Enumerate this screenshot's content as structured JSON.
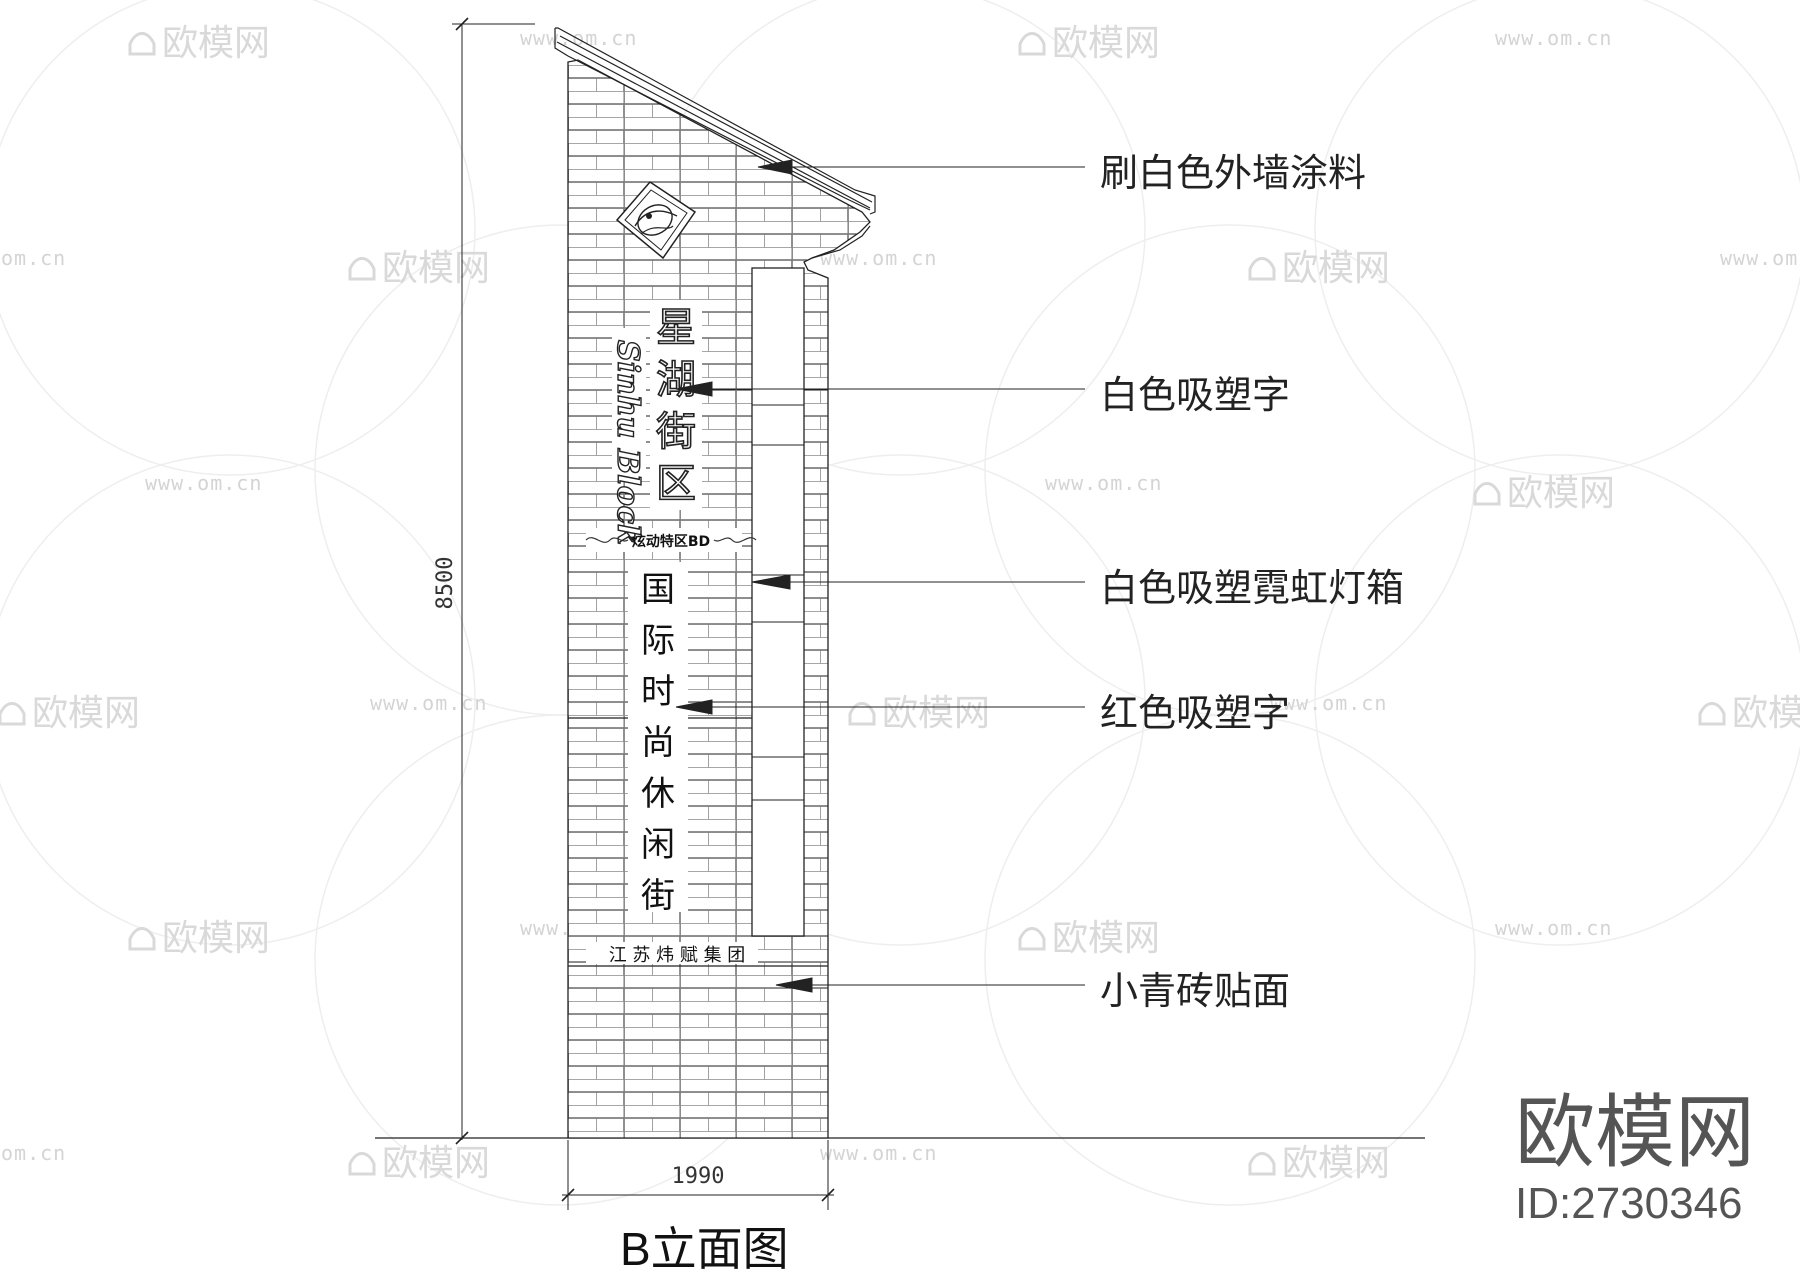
{
  "drawing": {
    "title": "B立面图",
    "height_dimension": "8500",
    "width_dimension": "1990"
  },
  "sign": {
    "name_chars": [
      "星",
      "湖",
      "街",
      "区"
    ],
    "english_script": "Sinhu Block",
    "slogan": "炫动特区BD",
    "vertical_chars": [
      "国",
      "际",
      "时",
      "尚",
      "休",
      "闲",
      "街"
    ],
    "company": "江 苏 炜 赋 集 团"
  },
  "callouts": [
    {
      "label": "刷白色外墙涂料"
    },
    {
      "label": "白色吸塑字"
    },
    {
      "label": "白色吸塑霓虹灯箱"
    },
    {
      "label": "红色吸塑字"
    },
    {
      "label": "小青砖贴面"
    }
  ],
  "watermark": {
    "brand": "欧模网",
    "url": "www.om.cn",
    "url_short": "om.cn",
    "id_text": "ID:2730346"
  }
}
